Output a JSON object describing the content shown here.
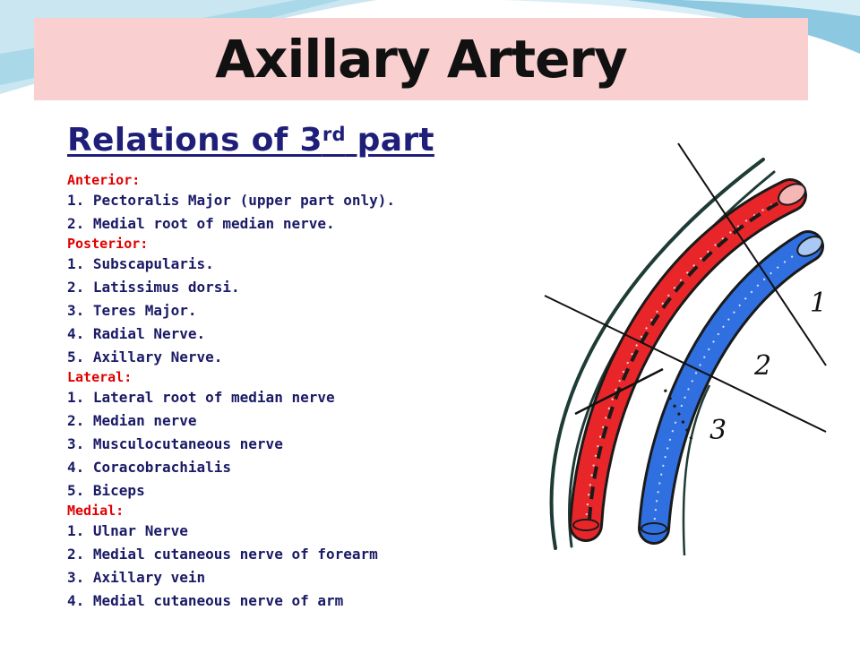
{
  "title": "Axillary Artery",
  "subtitle": {
    "main": "Relations of 3",
    "sup": "rd",
    "rest": " part"
  },
  "sections": [
    {
      "heading": "Anterior:",
      "items": [
        "1. Pectoralis Major (upper part only).",
        "2. Medial root of median nerve."
      ]
    },
    {
      "heading": "Posterior:",
      "items": [
        "1. Subscapularis.",
        "2. Latissimus dorsi.",
        "3. Teres Major.",
        "4. Radial Nerve.",
        "5. Axillary Nerve."
      ]
    },
    {
      "heading": "Lateral:",
      "items": [
        "1. Lateral root of median nerve",
        "2. Median nerve",
        "3. Musculocutaneous nerve",
        "4. Coracobrachialis",
        "5. Biceps"
      ]
    },
    {
      "heading": "Medial:",
      "items": [
        "1. Ulnar Nerve",
        "2. Medial cutaneous nerve of forearm",
        "3. Axillary vein",
        "4. Medial cutaneous nerve of arm"
      ]
    }
  ],
  "diagram": {
    "labels": [
      "1",
      "2",
      "3"
    ]
  },
  "colors": {
    "title_bg": "#f9cfcf",
    "heading": "#e00000",
    "text": "#1a1a66",
    "subtitle": "#1f1f7a",
    "artery": "#e8262a",
    "vein": "#2f6fe0"
  }
}
